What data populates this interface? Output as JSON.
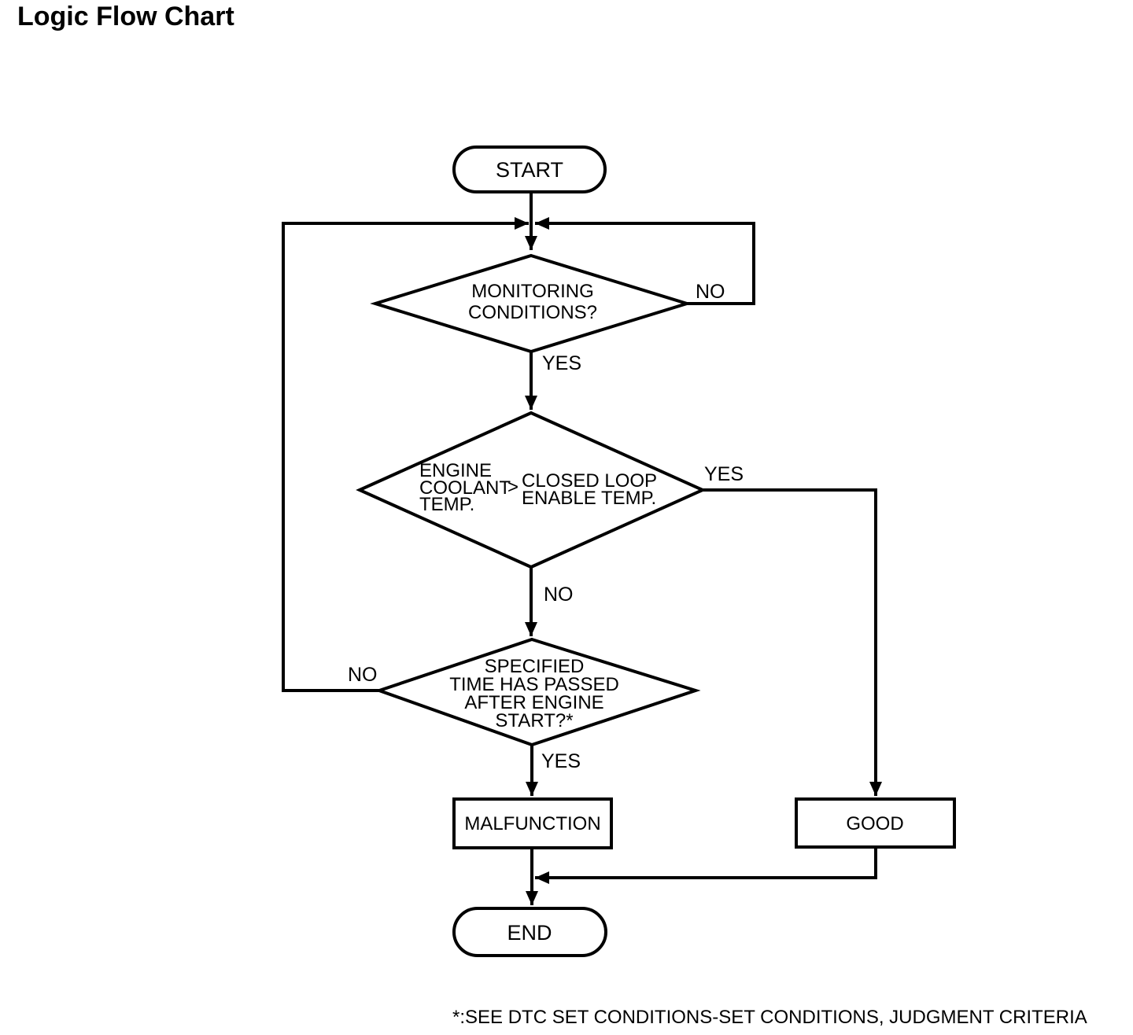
{
  "title": "Logic Flow Chart",
  "flowchart": {
    "start": {
      "label": "START"
    },
    "monitoring_decision": {
      "line1": "MONITORING",
      "line2": "CONDITIONS?",
      "no_label": "NO",
      "yes_label": "YES"
    },
    "coolant_decision": {
      "left_line1": "ENGINE",
      "left_line2": "COOLANT",
      "operator": ">",
      "left_line3": "TEMP.",
      "right_line1": "CLOSED LOOP",
      "right_line2": "ENABLE TEMP.",
      "yes_label": "YES",
      "no_label": "NO"
    },
    "timer_decision": {
      "line1": "SPECIFIED",
      "line2": "TIME HAS PASSED",
      "line3": "AFTER ENGINE",
      "line4": "START?*",
      "no_label": "NO",
      "yes_label": "YES"
    },
    "malfunction": {
      "label": "MALFUNCTION"
    },
    "good": {
      "label": "GOOD"
    },
    "end": {
      "label": "END"
    }
  },
  "footnote": "*:SEE DTC SET CONDITIONS-SET CONDITIONS, JUDGMENT CRITERIA",
  "colors": {
    "ink": "#000000",
    "paper": "#ffffff"
  }
}
